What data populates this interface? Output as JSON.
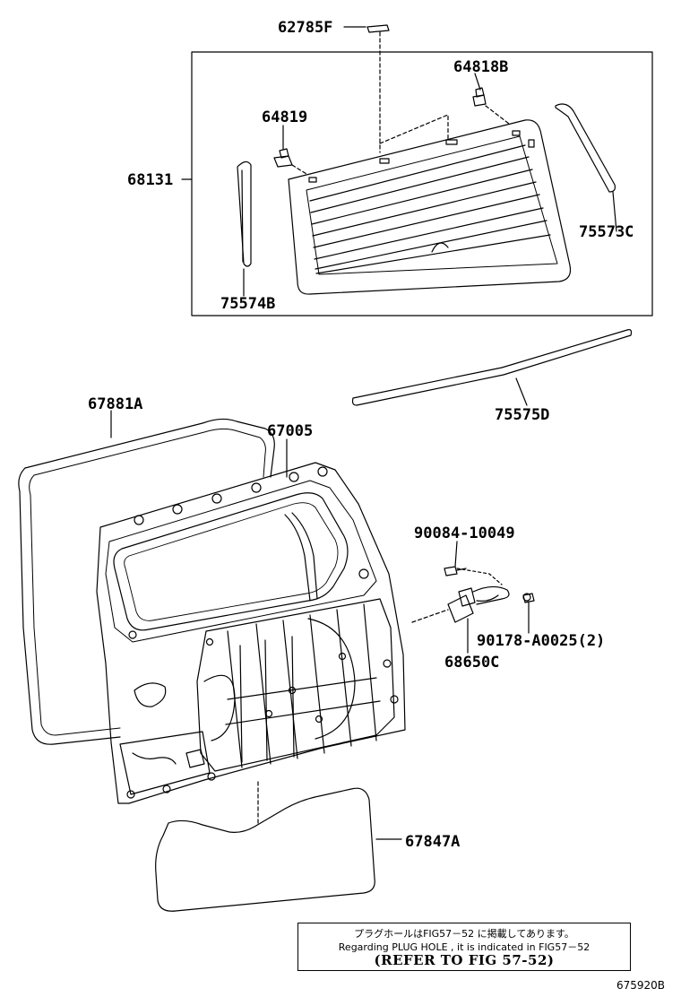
{
  "diagram": {
    "parts": [
      {
        "id": "62785F"
      },
      {
        "id": "64818B"
      },
      {
        "id": "64819"
      },
      {
        "id": "68131"
      },
      {
        "id": "75573C"
      },
      {
        "id": "75574B"
      },
      {
        "id": "75575D"
      },
      {
        "id": "67881A"
      },
      {
        "id": "67005"
      },
      {
        "id": "90084-10049"
      },
      {
        "id": "90178-A0025(2)"
      },
      {
        "id": "68650C"
      },
      {
        "id": "67847A"
      }
    ],
    "note": {
      "japanese": "プラグホールはFIG57－52 に掲載してあります。",
      "english": "Regarding PLUG HOLE , it is indicated in FIG57－52",
      "reference": "(REFER TO FIG 57-52)"
    },
    "figure_id": "675920B"
  }
}
